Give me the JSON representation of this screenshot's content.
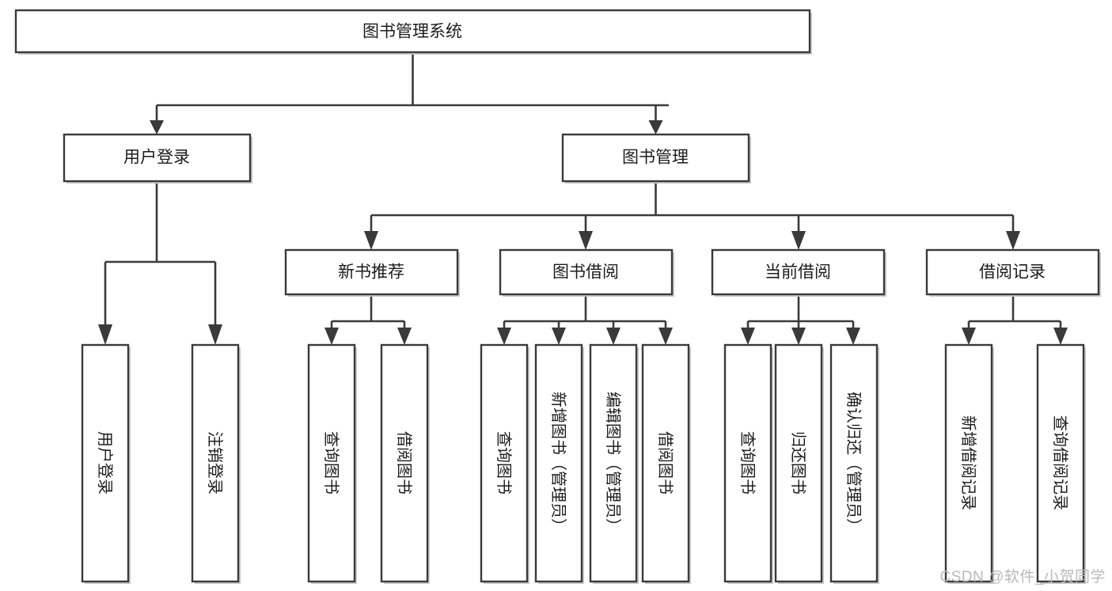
{
  "diagram": {
    "type": "tree-hierarchy",
    "title": "图书管理系统",
    "root": {
      "id": "root",
      "label": "图书管理系统"
    },
    "level2": [
      {
        "id": "user-login",
        "label": "用户登录"
      },
      {
        "id": "book-management",
        "label": "图书管理"
      }
    ],
    "level3": [
      {
        "id": "new-book-recommend",
        "label": "新书推荐",
        "parent": "book-management"
      },
      {
        "id": "book-borrow",
        "label": "图书借阅",
        "parent": "book-management"
      },
      {
        "id": "current-borrow",
        "label": "当前借阅",
        "parent": "book-management"
      },
      {
        "id": "borrow-record",
        "label": "借阅记录",
        "parent": "book-management"
      }
    ],
    "leaves": {
      "user-login": [
        {
          "id": "leaf-user-login",
          "label": "用户登录"
        },
        {
          "id": "leaf-user-logout",
          "label": "注销登录"
        }
      ],
      "new-book-recommend": [
        {
          "id": "leaf-query-book-1",
          "label": "查询图书"
        },
        {
          "id": "leaf-borrow-book-1",
          "label": "借阅图书"
        }
      ],
      "book-borrow": [
        {
          "id": "leaf-query-book-2",
          "label": "查询图书"
        },
        {
          "id": "leaf-add-book",
          "label": "新增图书（管理员）"
        },
        {
          "id": "leaf-edit-book",
          "label": "编辑图书（管理员）"
        },
        {
          "id": "leaf-borrow-book-2",
          "label": "借阅图书"
        }
      ],
      "current-borrow": [
        {
          "id": "leaf-query-book-3",
          "label": "查询图书"
        },
        {
          "id": "leaf-return-book",
          "label": "归还图书"
        },
        {
          "id": "leaf-confirm-return",
          "label": "确认归还（管理员）"
        }
      ],
      "borrow-record": [
        {
          "id": "leaf-add-record",
          "label": "新增借阅记录"
        },
        {
          "id": "leaf-query-record",
          "label": "查询借阅记录"
        }
      ]
    },
    "colors": {
      "box_fill": "#ffffff",
      "box_stroke": "#3a3a3a",
      "text": "#1c1c1c",
      "connector": "#3a3a3a",
      "background": "#ffffff",
      "watermark": "#b9b9b9"
    }
  },
  "watermark": {
    "text": "CSDN @软件_小贺同学"
  }
}
